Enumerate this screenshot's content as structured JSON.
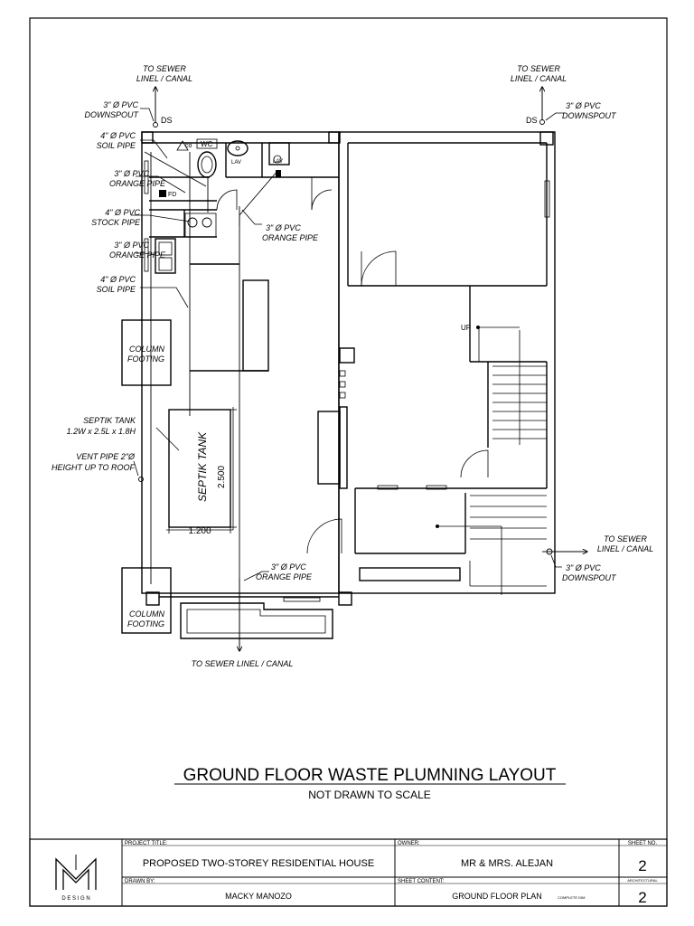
{
  "labels": {
    "sewer_top_left": [
      "TO SEWER",
      "LINEL / CANAL"
    ],
    "sewer_top_right": [
      "TO SEWER",
      "LINEL / CANAL"
    ],
    "downspout_left": [
      "3\" Ø PVC",
      "DOWNSPOUT"
    ],
    "downspout_right": [
      "3\" Ø PVC",
      "DOWNSPOUT"
    ],
    "ds_left": "DS",
    "ds_right": "DS",
    "soil_pipe_1": [
      "4\" Ø PVC",
      "SOIL PIPE"
    ],
    "orange_pipe_1": [
      "3\" Ø PVC",
      "ORANGE PIPE"
    ],
    "stock_pipe": [
      "4\" Ø PVC",
      "STOCK PIPE"
    ],
    "orange_pipe_2": [
      "3\" Ø PVC",
      "ORANGE PIPE"
    ],
    "soil_pipe_2": [
      "4\" Ø PVC",
      "SOIL PIPE"
    ],
    "orange_pipe_center": [
      "3\" Ø PVC",
      "ORANGE PIPE"
    ],
    "column_footing_1": [
      "COLUMN",
      "FOOTING"
    ],
    "column_footing_2": [
      "COLUMN",
      "FOOTING"
    ],
    "septik_tank_note": [
      "SEPTIK TANK",
      "1.2W x 2.5L x 1.8H"
    ],
    "vent_pipe": [
      "VENT PIPE 2\"Ø",
      "HEIGHT UP TO ROOF"
    ],
    "septik_tank_label": "SEPTIK TANK",
    "dim_width": "1.200",
    "dim_length": "2.500",
    "orange_pipe_bottom": [
      "3\" Ø PVC",
      "ORANGE PIPE"
    ],
    "sewer_bottom": "TO SEWER LINEL / CANAL",
    "sewer_right": [
      "TO SEWER",
      "LINEL / CANAL"
    ],
    "downspout_bottom_right": [
      "3\" Ø PVC",
      "DOWNSPOUT"
    ],
    "up": "UP",
    "co": "co",
    "wc": "WC",
    "lav1": "LAV",
    "lav2": "LAV",
    "fd": "FD"
  },
  "title": {
    "main": "GROUND FLOOR WASTE PLUMNING LAYOUT",
    "sub": "NOT DRAWN TO SCALE"
  },
  "title_block": {
    "logo_text": "D E S I G N",
    "project_title_label": "PROJECT TITLE:",
    "project_title": "PROPOSED TWO-STOREY RESIDENTIAL HOUSE",
    "owner_label": "OWNER:",
    "owner": "MR & MRS. ALEJAN",
    "sheet_no_label": "SHEET NO.",
    "sheet_no": "2",
    "drawn_by_label": "DRAWN BY:",
    "drawn_by": "MACKY MANOZO",
    "sheet_content_label": "SHEET CONTENT:",
    "sheet_content": "GROUND FLOOR PLAN",
    "sheet_content_note": "COMPLETE DIM",
    "discipline_label": "ARCHITECTURAL",
    "discipline_no": "2"
  }
}
